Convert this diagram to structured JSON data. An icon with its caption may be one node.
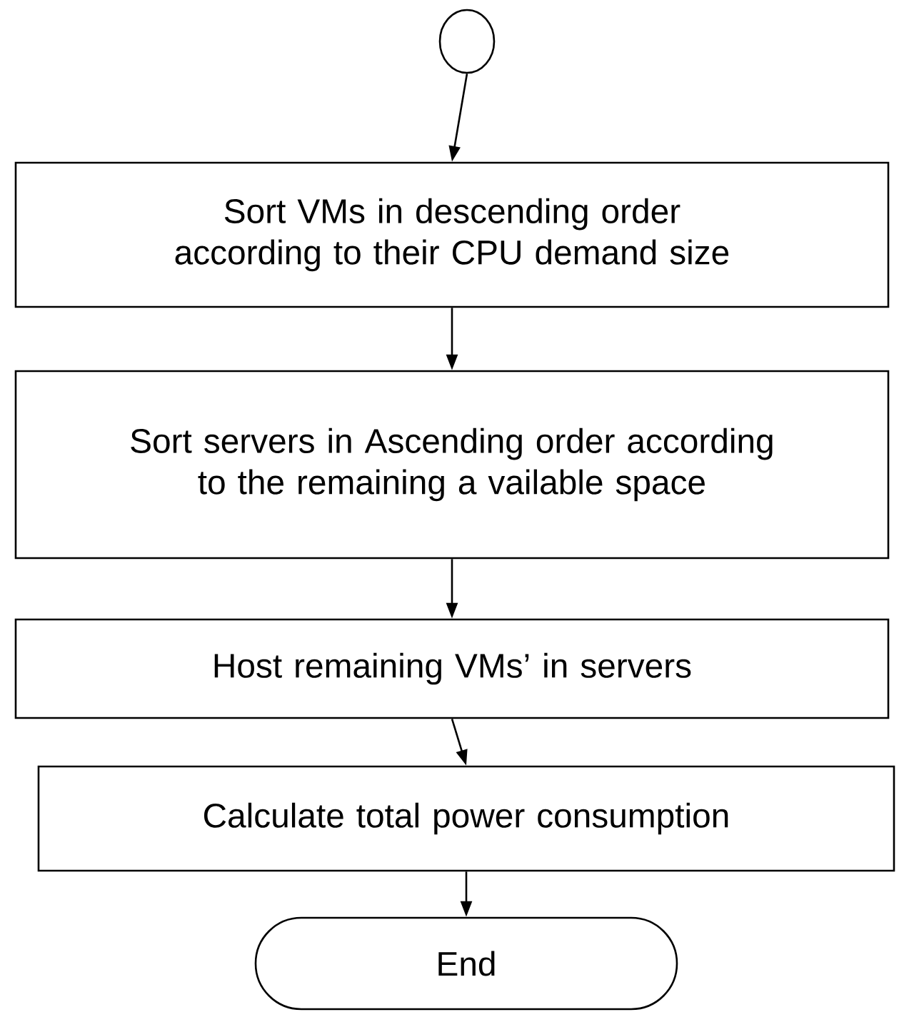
{
  "diagram": {
    "nodes": [
      {
        "text": [],
        "shape": "circle"
      },
      {
        "text": [
          "Sort VMs in descending order according to their CPU demand size"
        ]
      },
      {
        "text": [
          "Sort servers in Ascending order according to the remaining a vailable space"
        ]
      },
      {
        "text": [
          "Host remaining VMs’ in servers"
        ]
      },
      {
        "text": [
          "Calculate total power consumption"
        ]
      },
      {
        "text": [
          "End"
        ]
      }
    ],
    "edges": [
      {
        "from": 0,
        "to": 1,
        "arrow": "to"
      },
      {
        "from": 1,
        "to": 2,
        "arrow": "to"
      },
      {
        "from": 2,
        "to": 3,
        "arrow": "to"
      },
      {
        "from": 3,
        "to": 4,
        "arrow": "to"
      },
      {
        "from": 4,
        "to": 5,
        "arrow": "to"
      }
    ]
  }
}
